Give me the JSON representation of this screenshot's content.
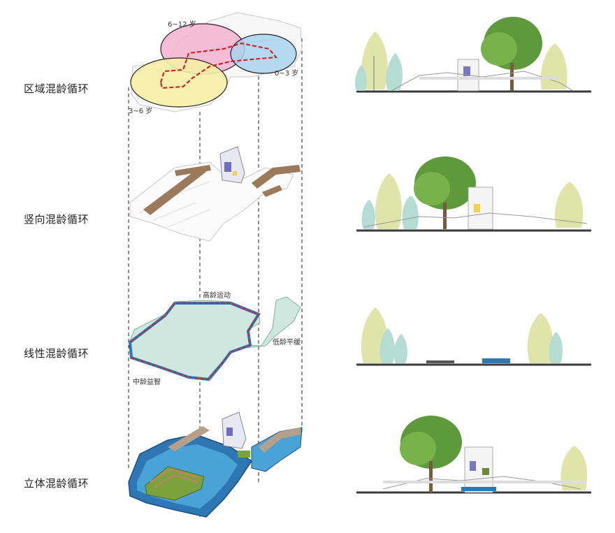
{
  "rows": [
    {
      "label": "区域混龄循环"
    },
    {
      "label": "竖向混龄循环"
    },
    {
      "label": "线性混龄循环"
    },
    {
      "label": "立体混龄循环"
    }
  ],
  "zones": {
    "age_6_12": "6~12 岁",
    "age_0_3": "0~3 岁",
    "age_3_6": "3~6 岁"
  },
  "linear": {
    "high": "高龄运动",
    "low": "低龄平缓",
    "mid": "中龄益智"
  },
  "colors": {
    "pink": "#f3b3cf",
    "blue": "#a9d3ef",
    "yellow": "#f6eea6",
    "route": "#d2232a",
    "mint": "#cfe8df",
    "water": "#2d78b4",
    "wood": "#9b7a5c",
    "tree": "#5e9a3c",
    "pale_tree": "#dfe4a8",
    "ground": "#3a3a3a"
  }
}
